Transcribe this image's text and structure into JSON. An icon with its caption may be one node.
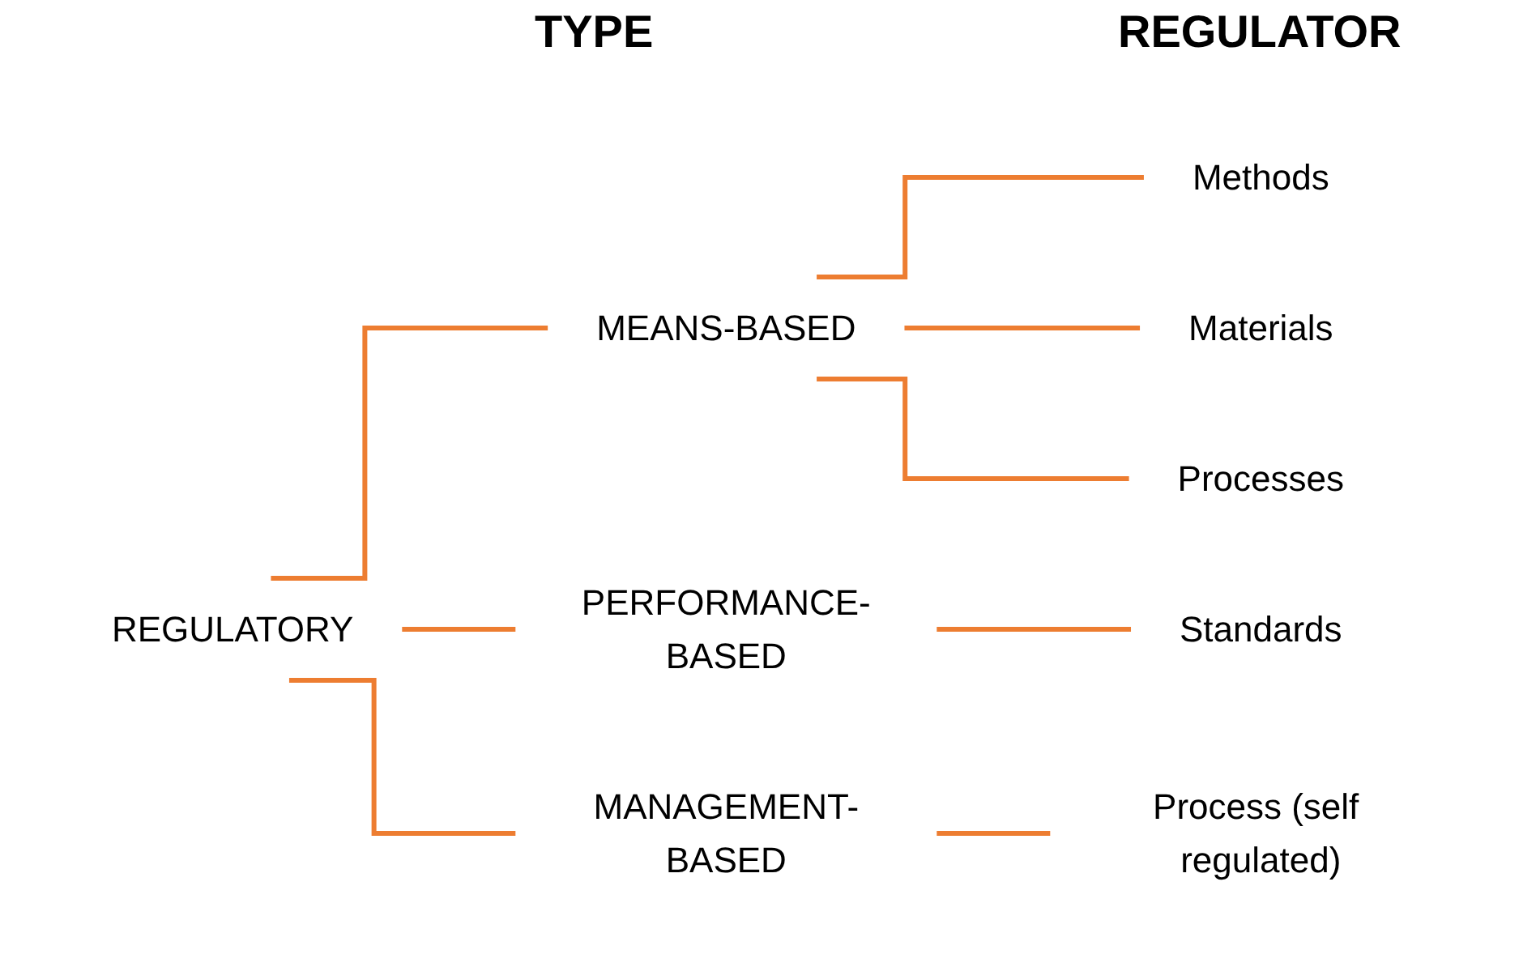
{
  "diagram": {
    "nodes": [
      {
        "text": [
          "REGULATORY"
        ]
      },
      {
        "text": [
          "MEANS-BASED"
        ]
      },
      {
        "text": [
          "PERFORMANCE-BASED"
        ]
      },
      {
        "text": [
          "MANAGEMENT-BASED"
        ]
      },
      {
        "text": [
          "Methods"
        ]
      },
      {
        "text": [
          "Materials"
        ]
      },
      {
        "text": [
          "Processes"
        ]
      },
      {
        "text": [
          "Standards"
        ]
      },
      {
        "text": [
          "Process (self regulated)"
        ]
      }
    ],
    "edges": [
      {
        "from": 0,
        "to": 1,
        "arrow": "none"
      },
      {
        "from": 0,
        "to": 2,
        "arrow": "none"
      },
      {
        "from": 0,
        "to": 3,
        "arrow": "none"
      },
      {
        "from": 1,
        "to": 4,
        "arrow": "none"
      },
      {
        "from": 1,
        "to": 5,
        "arrow": "none"
      },
      {
        "from": 1,
        "to": 6,
        "arrow": "none"
      },
      {
        "from": 2,
        "to": 7,
        "arrow": "none"
      },
      {
        "from": 3,
        "to": 8,
        "arrow": "none"
      }
    ],
    "labels": [
      "TYPE",
      "REGULATOR"
    ]
  }
}
